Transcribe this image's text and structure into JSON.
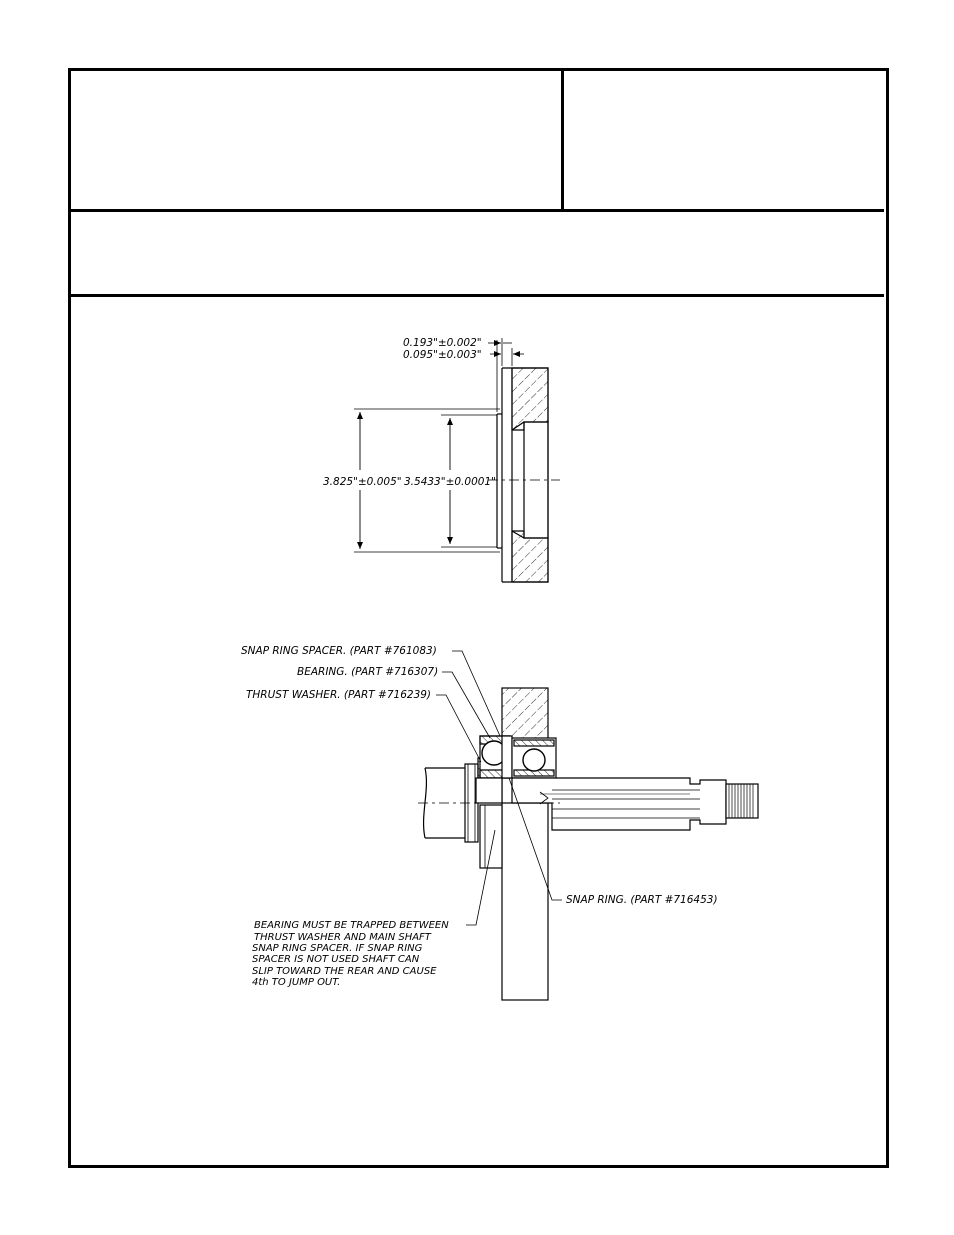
{
  "title_block": {
    "title": "",
    "number": "",
    "subtitle": ""
  },
  "dimensions": {
    "dim1": "0.193\"±0.002\"",
    "dim2": "0.095\"±0.003\"",
    "dim3": "3.825\"±0.005\"",
    "dim4": "3.5433\"±0.0001\""
  },
  "callouts": {
    "snap_ring_spacer": "SNAP  RING  SPACER.  (PART  #761083)",
    "bearing": "BEARING.  (PART  #716307)",
    "thrust_washer": "THRUST  WASHER.  (PART  #716239)",
    "snap_ring": "SNAP  RING.  (PART  #716453)"
  },
  "note_lines": [
    "BEARING  MUST  BE  TRAPPED  BETWEEN",
    "THRUST  WASHER  AND  MAIN  SHAFT",
    "SNAP  RING  SPACER.  IF  SNAP  RING",
    "SPACER  IS  NOT  USED  SHAFT  CAN",
    "SLIP  TOWARD  THE  REAR  AND  CAUSE",
    "4th  TO  JUMP  OUT."
  ],
  "colors": {
    "line": "#000000",
    "background": "#ffffff"
  }
}
